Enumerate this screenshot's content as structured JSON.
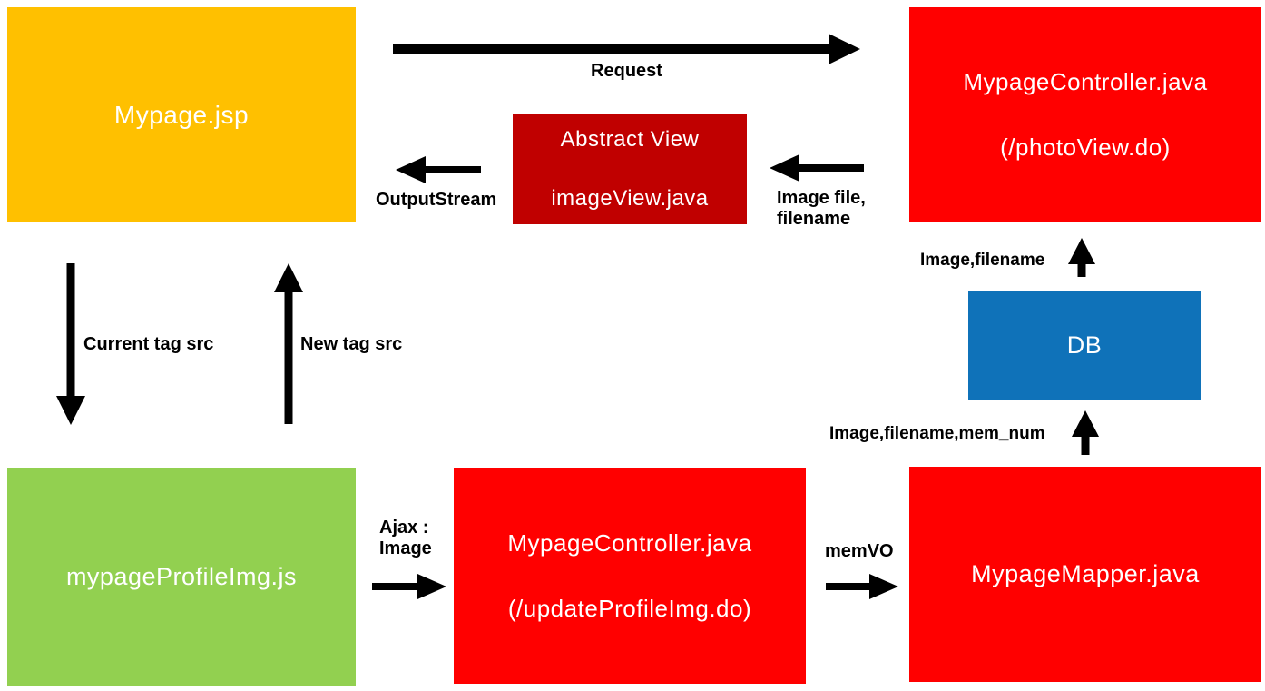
{
  "diagram": {
    "boxes": {
      "mypage_jsp": {
        "label": "Mypage.jsp",
        "color": "#FFC000"
      },
      "photo_controller": {
        "line1": "MypageController.java",
        "line2": "(/photoView.do)",
        "color": "#FF0000"
      },
      "abstract_view": {
        "line1": "Abstract View",
        "line2": "imageView.java",
        "color": "#C00000"
      },
      "db": {
        "label": "DB",
        "color": "#0F72B9"
      },
      "profile_js": {
        "label": "mypageProfileImg.js",
        "color": "#92D050"
      },
      "update_controller": {
        "line1": "MypageController.java",
        "line2": "(/updateProfileImg.do)",
        "color": "#FF0000"
      },
      "mapper": {
        "label": "MypageMapper.java",
        "color": "#FF0000"
      }
    },
    "labels": {
      "request": "Request",
      "output_stream": "OutputStream",
      "image_file_line1": "Image file,",
      "image_file_line2": "filename",
      "current_tag": "Current tag src",
      "new_tag": "New tag src",
      "ajax_line1": "Ajax :",
      "ajax_line2": "Image",
      "mem_vo": "memVO",
      "image_filename_memnum": "Image,filename,mem_num",
      "image_filename": "Image,filename"
    },
    "arrow_color": "#000000"
  }
}
